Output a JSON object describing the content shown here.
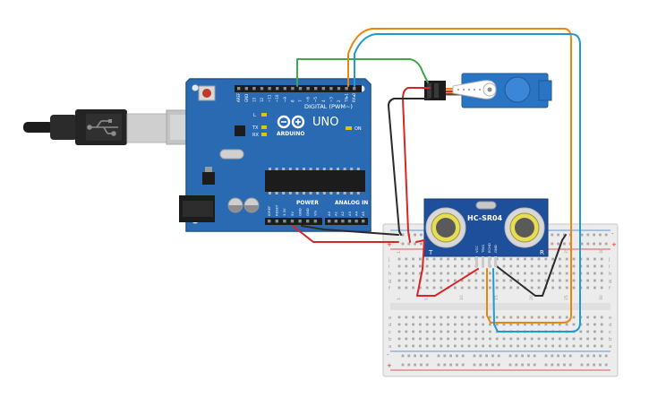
{
  "arduino": {
    "brand": "ARDUINO",
    "model": "UNO",
    "digital_label": "DIGITAL (PWM~)",
    "power_label": "POWER",
    "analog_label": "ANALOG IN",
    "on_label": "ON",
    "led_l": "L",
    "led_tx": "TX",
    "led_rx": "RX",
    "digital_pins": [
      "AREF",
      "GND",
      "13",
      "12",
      "~11",
      "~10",
      "~9",
      "8",
      "7",
      "~6",
      "~5",
      "4",
      "~3",
      "2",
      "TX▸1",
      "RX◂0"
    ],
    "power_pins": [
      "IOREF",
      "RESET",
      "3.3V",
      "5V",
      "GND",
      "GND",
      "Vin"
    ],
    "analog_pins": [
      "A0",
      "A1",
      "A2",
      "A3",
      "A4",
      "A5"
    ]
  },
  "sensor": {
    "model": "HC-SR04",
    "left_mark": "T",
    "right_mark": "R",
    "pins": [
      "VCC",
      "TRIG",
      "ECHO",
      "GND"
    ]
  },
  "breadboard": {
    "row_letters_top": [
      "j",
      "i",
      "h",
      "g",
      "f"
    ],
    "row_letters_bottom": [
      "e",
      "d",
      "c",
      "b",
      "a"
    ],
    "rail_plus": "+",
    "rail_minus": "-",
    "col_numbers": [
      "1",
      "5",
      "10",
      "15",
      "20",
      "25",
      "30"
    ]
  },
  "colors": {
    "board": "#2a6ab3",
    "board_dark": "#1f568f",
    "wire_red": "#d62626",
    "wire_black": "#2b2b2b",
    "wire_green": "#3ea84a",
    "wire_orange": "#e8870e",
    "wire_blue": "#1e9ad6",
    "servo": "#2a74c4",
    "sensor_board": "#1d4f9a",
    "breadboard": "#ececec"
  }
}
